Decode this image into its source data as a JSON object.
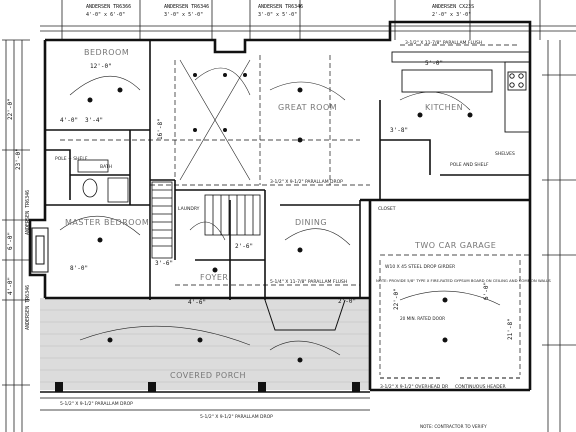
{
  "title_block": {
    "window_tags": [
      "ANDERSEN TR6366",
      "ANDERSEN TR6346",
      "ANDERSEN TR6346",
      "ANDERSEN CX23S"
    ],
    "window_sizes": [
      "4'-0\" x 6'-0\"",
      "3'-0\" x 5'-0\"",
      "3'-0\" x 5'-0\"",
      "2'-0\" x 3'-0\""
    ],
    "left_tags": [
      "ANDERSEN TR6346",
      "ANDERSEN TR6346"
    ],
    "left_dims": [
      "22'-0\"",
      "23'-0\"",
      "6'-0\"",
      "4'-0\""
    ]
  },
  "rooms": {
    "bedroom": "BEDROOM",
    "master_bedroom": "MASTER BEDROOM",
    "great_room": "GREAT ROOM",
    "kitchen": "KITCHEN",
    "dining": "DINING",
    "foyer": "FOYER",
    "garage": "TWO CAR GARAGE",
    "porch": "COVERED PORCH",
    "closet": "CLOSET",
    "laundry": "LAUNDRY",
    "bath": "BATH"
  },
  "notes": {
    "pole_shelf_1": "POLE + SHELF",
    "pole_shelf_2": "POLE AND SHELF",
    "shelves": "SHELVES",
    "flush_beam_top": "3-1/2\" X 11-7/8\" PARALLAM FLUSH",
    "drop_beam": "3-1/2\" X 9-1/2\" PARALLAM DROP",
    "steel_girder": "W10 X 45 STEEL DROP GIRDER",
    "flush_beam_mid": "5-1/4\" X 11-7/8\" PARALLAM FLUSH",
    "overhead": "3-1/2\" X 9-1/2\" OVERHEAD DR",
    "continuous_header": "CONTINUOUS HEADER",
    "porch_drop_1": "5-1/2\" X 9-1/2\" PARALLAM DROP",
    "porch_drop_2": "5-1/2\" X 9-1/2\" PARALLAM DROP",
    "notes_block": "NOTE: PROVIDE 5/8\" TYPE X FIRE-RATED GYPSUM BOARD ON CEILING AND COMMON WALLS",
    "rated_door": "20 MIN. RATED DOOR",
    "bottom_note": "NOTE: CONTRACTOR TO VERIFY",
    "dims": {
      "d1": "12'-0\"",
      "d2": "3'-4\"",
      "d3": "4'-0\"",
      "d4": "8'-0\"",
      "d5": "2'-6\"",
      "d6": "3'-8\"",
      "d7": "3'-6\"",
      "d8": "5'-0\"",
      "d9": "4'-6\"",
      "d10": "6'-0\"",
      "d11": "22'-0\"",
      "d12": "16'-8\"",
      "d13": "21'-8\"",
      "d14": "2'-0\""
    }
  }
}
